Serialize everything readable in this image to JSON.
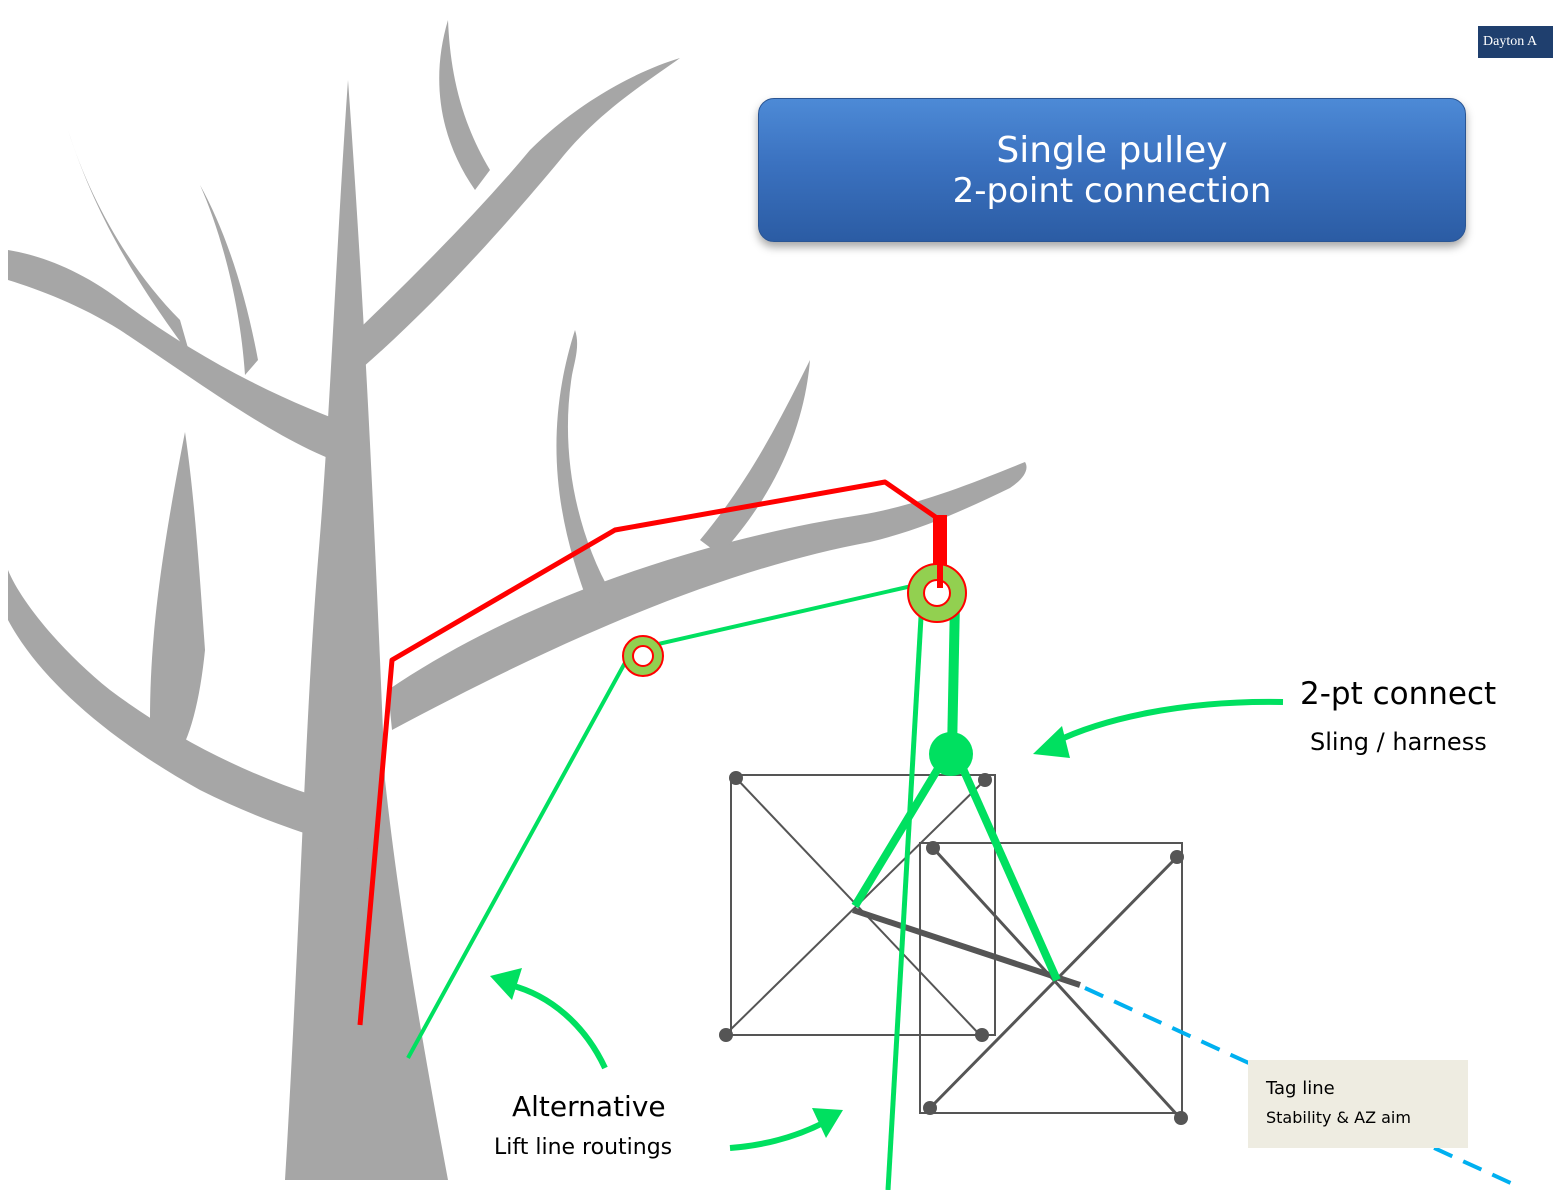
{
  "logo": {
    "text": "Dayton A"
  },
  "title": {
    "line1": "Single pulley",
    "line2": "2-point connection"
  },
  "labels": {
    "connect_main": "2-pt connect",
    "connect_sub": "Sling / harness",
    "alt_main": "Alternative",
    "alt_sub": "Lift line routings"
  },
  "tag_box": {
    "line1": "Tag line",
    "line2": "Stability & AZ aim"
  },
  "colors": {
    "tree": "#a6a6a6",
    "red_line": "#ff0000",
    "green_line": "#00e060",
    "pulley_fill": "#92d050",
    "antenna": "#555555",
    "tag_line": "#00b0f0",
    "title_box": "#3b72c0",
    "tag_box": "#eeece1"
  }
}
